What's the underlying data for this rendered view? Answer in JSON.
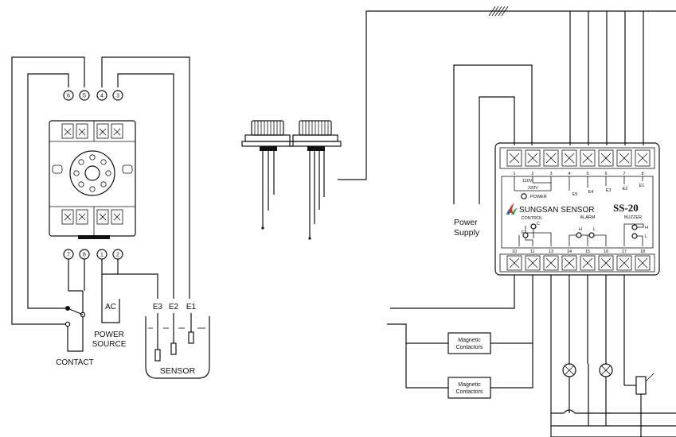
{
  "relay_diagram": {
    "top_pins": [
      "6",
      "5",
      "4",
      "3"
    ],
    "bottom_pins": [
      "7",
      "8",
      "1",
      "2"
    ],
    "ac_label": "AC",
    "power_source_label_line1": "POWER",
    "power_source_label_line2": "SOURCE",
    "contact_label": "CONTACT",
    "electrode_labels": [
      "E3",
      "E2",
      "E1"
    ],
    "sensor_label": "SENSOR"
  },
  "controller": {
    "model": "SS-20",
    "brand": "SUNGSAN SENSOR",
    "top_terminal_numbers": [
      "1",
      "2",
      "3",
      "4",
      "5",
      "6",
      "7",
      "8"
    ],
    "bottom_terminal_numbers": [
      "10",
      "11",
      "13",
      "14",
      "15",
      "16",
      "17",
      "18"
    ],
    "voltage_110": "110V",
    "voltage_220": "220V",
    "power_led_label": "POWER",
    "electrode_labels": [
      "E5",
      "E4",
      "E3",
      "E2",
      "E1"
    ],
    "control_label": "CONTROL",
    "alarm_label": "ALARM",
    "buzzer_label": "BUZZER",
    "contact_c": "C",
    "contact_h": "H",
    "contact_l": "L",
    "contact_f": "F"
  },
  "wiring": {
    "power_supply_line1": "Power",
    "power_supply_line2": "Supply",
    "magnetic_contactor_1_line1": "Magnetic",
    "magnetic_contactor_1_line2": "Contactors",
    "magnetic_contactor_2_line1": "Magnetic",
    "magnetic_contactor_2_line2": "Contactors"
  }
}
